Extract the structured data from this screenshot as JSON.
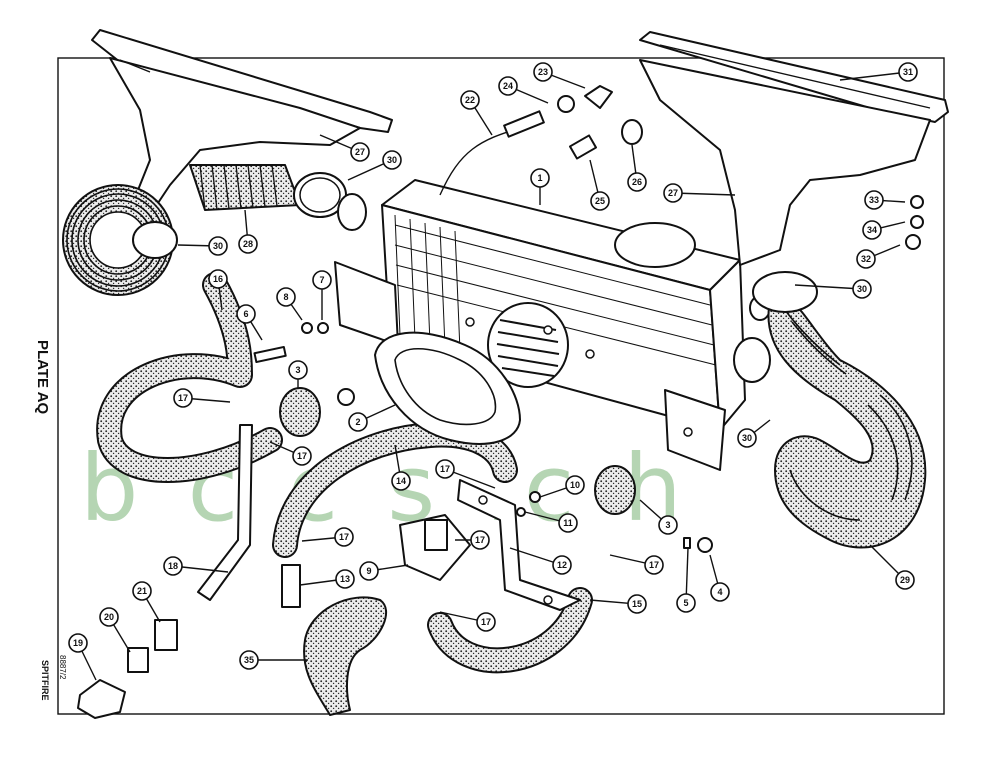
{
  "plate": {
    "title": "PLATE AQ",
    "ref": "8887/2",
    "model": "SPITFIRE"
  },
  "watermark": {
    "text": "b c c s .c h",
    "color": "#9cc79a"
  },
  "callouts": [
    "1",
    "2",
    "3",
    "3",
    "4",
    "5",
    "6",
    "7",
    "8",
    "9",
    "10",
    "11",
    "12",
    "13",
    "14",
    "15",
    "16",
    "17",
    "17",
    "17",
    "17",
    "17",
    "17",
    "17",
    "18",
    "19",
    "20",
    "21",
    "22",
    "23",
    "24",
    "25",
    "26",
    "27",
    "27",
    "28",
    "29",
    "30",
    "30",
    "30",
    "30",
    "31",
    "32",
    "33",
    "34",
    "35"
  ]
}
